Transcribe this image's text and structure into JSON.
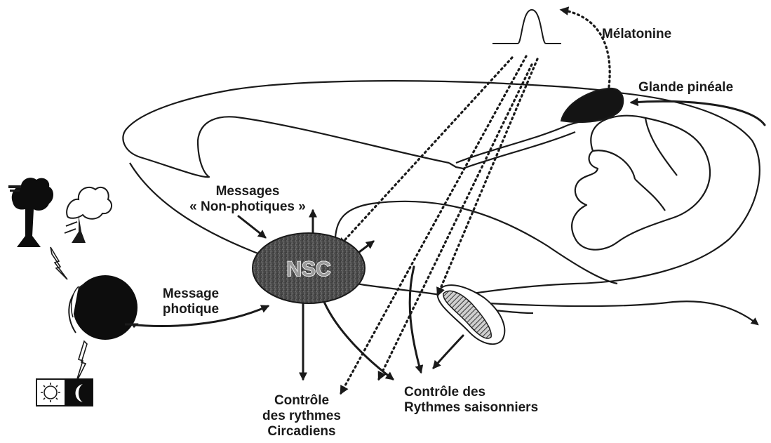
{
  "labels": {
    "melatonin": "Mélatonine",
    "pineal_gland": "Glande pinéale",
    "non_photic_line1": "Messages",
    "non_photic_line2": "« Non-photiques »",
    "photic_line1": "Message",
    "photic_line2": "photique",
    "nsc": "NSC",
    "circadian_line1": "Contrôle",
    "circadian_line2": "des rythmes",
    "circadian_line3": "Circadiens",
    "seasonal_line1": "Contrôle des",
    "seasonal_line2": "Rythmes saisonniers"
  }
}
